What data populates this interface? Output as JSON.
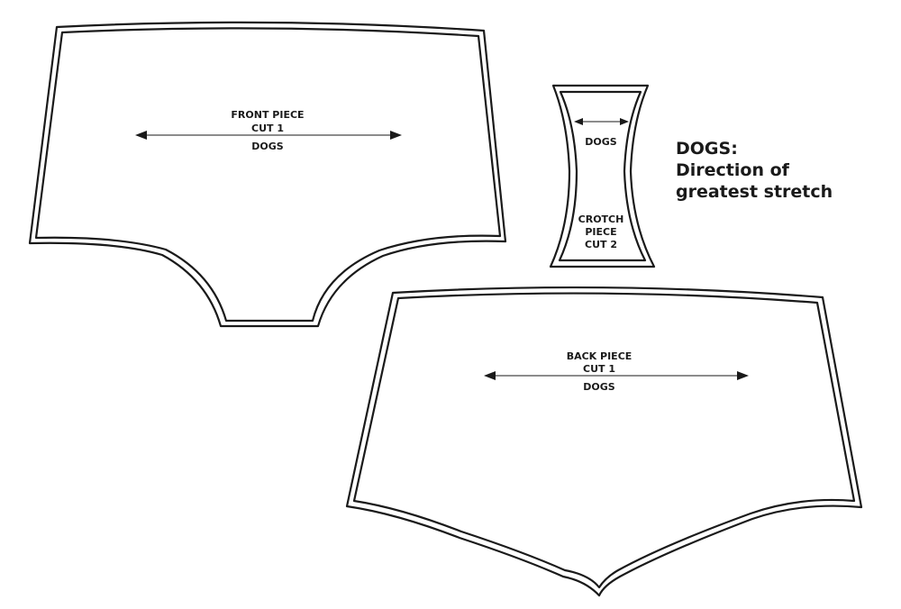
{
  "pieces": {
    "front": {
      "line1": "FRONT PIECE",
      "line2": "CUT 1",
      "line3": "DOGS"
    },
    "crotch": {
      "grain_label": "DOGS",
      "line1": "CROTCH",
      "line2": "PIECE",
      "line3": "CUT 2"
    },
    "back": {
      "line1": "BACK PIECE",
      "line2": "CUT 1",
      "line3": "DOGS"
    }
  },
  "legend": {
    "line1": "DOGS:",
    "line2": "Direction of",
    "line3": "greatest stretch"
  },
  "colors": {
    "line": "#1a1a1a",
    "background": "#ffffff"
  }
}
